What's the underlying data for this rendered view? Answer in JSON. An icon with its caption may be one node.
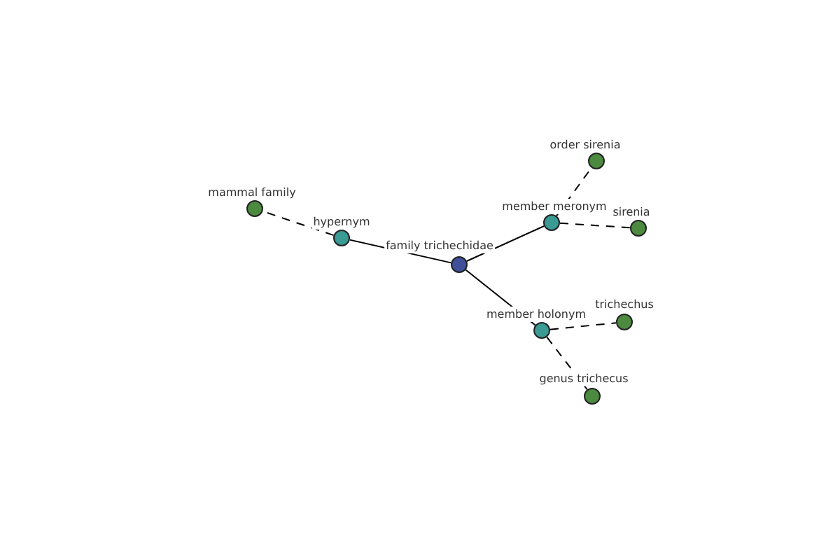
{
  "diagram": {
    "nodes": [
      {
        "text": [
          "family trichechidae"
        ]
      },
      {
        "text": [
          "hypernym"
        ]
      },
      {
        "text": [
          "member meronym"
        ]
      },
      {
        "text": [
          "member holonym"
        ]
      },
      {
        "text": [
          "mammal family"
        ]
      },
      {
        "text": [
          "order sirenia"
        ]
      },
      {
        "text": [
          "sirenia"
        ]
      },
      {
        "text": [
          "trichechus"
        ]
      },
      {
        "text": [
          "genus trichecus"
        ]
      }
    ],
    "edges": [
      {
        "from": 0,
        "to": 1,
        "arrow": "none"
      },
      {
        "from": 0,
        "to": 2,
        "arrow": "none"
      },
      {
        "from": 0,
        "to": 3,
        "arrow": "none"
      },
      {
        "from": 1,
        "to": 4,
        "arrow": "none",
        "style": "dashed"
      },
      {
        "from": 2,
        "to": 5,
        "arrow": "none",
        "style": "dashed"
      },
      {
        "from": 2,
        "to": 6,
        "arrow": "none",
        "style": "dashed"
      },
      {
        "from": 3,
        "to": 7,
        "arrow": "none",
        "style": "dashed"
      },
      {
        "from": 3,
        "to": 8,
        "arrow": "none",
        "style": "dashed"
      }
    ]
  }
}
